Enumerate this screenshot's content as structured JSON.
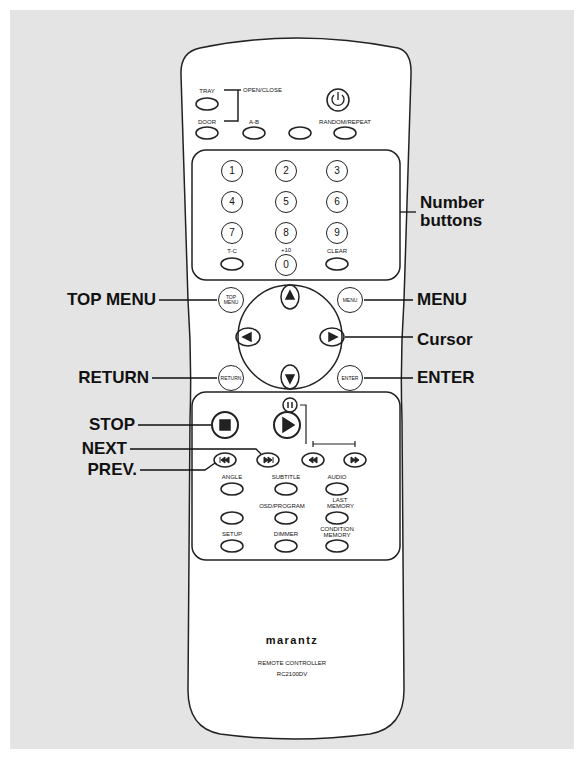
{
  "diagram": {
    "nodes": [
      {
        "text": [
          "1"
        ]
      },
      {
        "text": [
          "2"
        ]
      },
      {
        "text": [
          "3"
        ]
      },
      {
        "text": [
          "4"
        ]
      },
      {
        "text": [
          "5"
        ]
      },
      {
        "text": [
          "6"
        ]
      },
      {
        "text": [
          "7"
        ]
      },
      {
        "text": [
          "8"
        ]
      },
      {
        "text": [
          "9"
        ]
      },
      {
        "text": [
          "0"
        ]
      },
      {
        "text": [
          "TOP MENU"
        ]
      },
      {
        "text": [
          "MENU"
        ]
      },
      {
        "text": [
          "RETURN"
        ]
      },
      {
        "text": [
          "ENTER"
        ]
      }
    ],
    "labels": [
      "TRAY",
      "OPEN/CLOSE",
      "DOOR",
      "A-B",
      "RANDOM/REPEAT",
      "T-C",
      "+10",
      "CLEAR",
      "ANGLE",
      "SUBTITLE",
      "AUDIO",
      "OSD/PROGRAM",
      "LAST MEMORY",
      "SETUP",
      "DIMMER",
      "CONDITION MEMORY",
      "marantz",
      "REMOTE CONTROLLER",
      "RC2100DV",
      "Number buttons",
      "TOP MENU",
      "MENU",
      "Cursor",
      "RETURN",
      "ENTER",
      "STOP",
      "NEXT",
      "PREV."
    ]
  }
}
